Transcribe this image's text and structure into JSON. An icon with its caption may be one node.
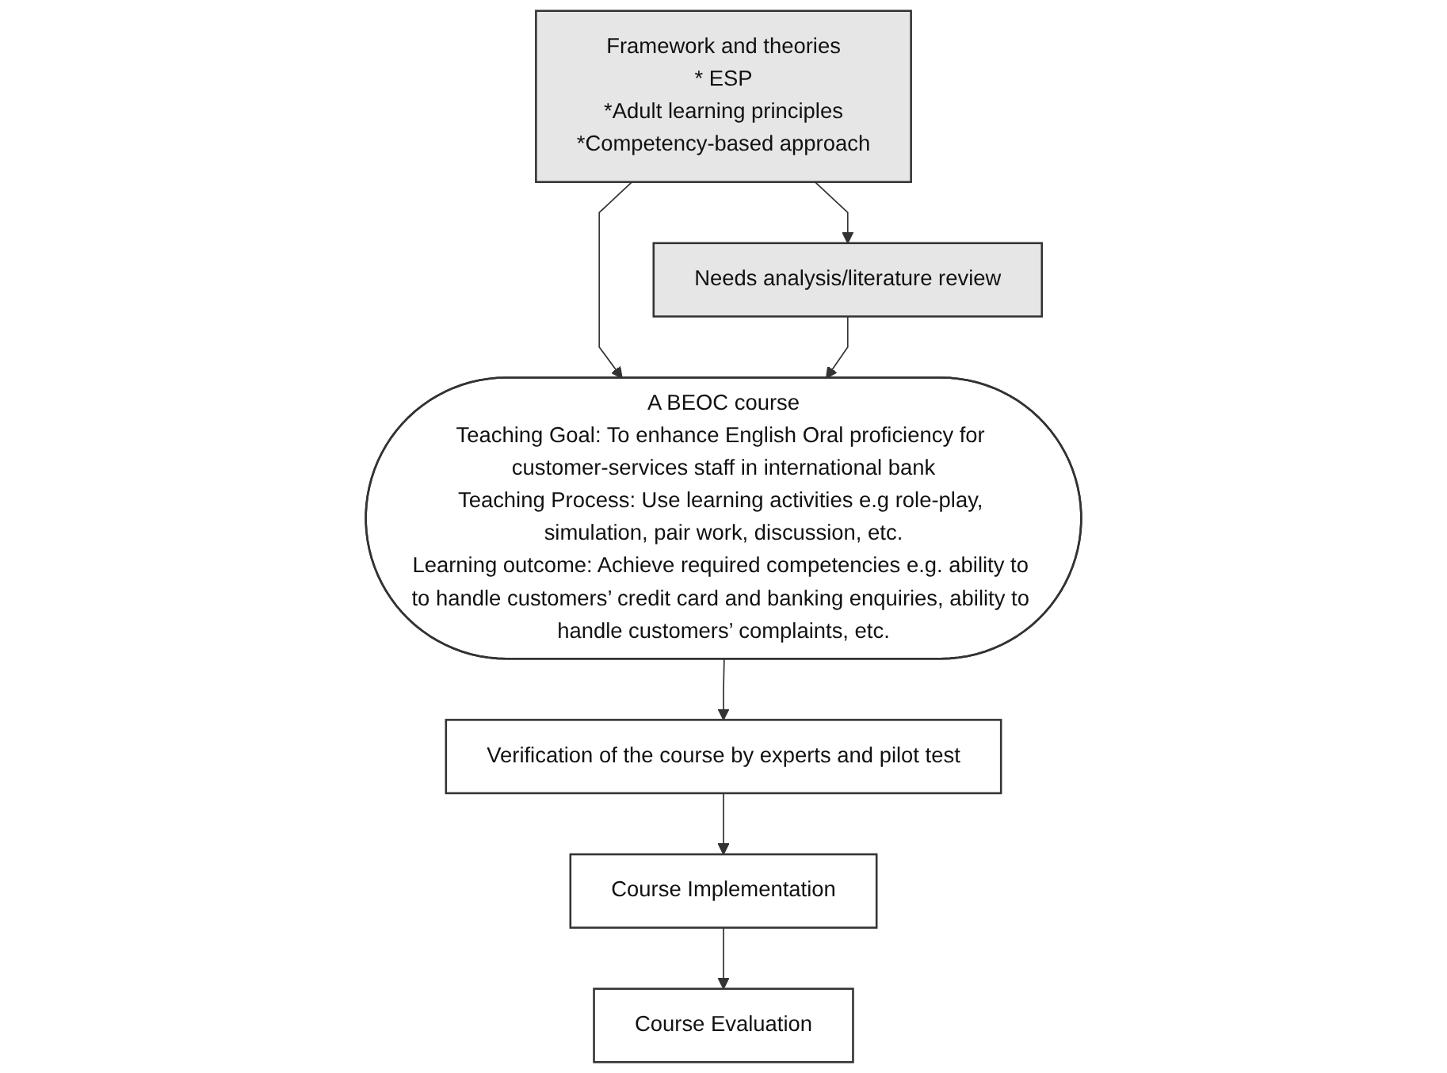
{
  "diagram": {
    "nodes": [
      {
        "text": [
          "Framework and theories",
          "* ESP",
          "*Adult learning principles",
          "*Competency-based approach"
        ]
      },
      {
        "text": [
          "Needs analysis/literature review"
        ]
      },
      {
        "text": [
          "A BEOC course",
          "Teaching Goal: To enhance English Oral proficiency for customer-services staff in international bank",
          "Teaching Process: Use learning activities e.g role-play, simulation, pair work, discussion, etc.",
          "Learning outcome: Achieve required competencies e.g. ability to to handle customers’ credit card and banking enquiries, ability to handle customers’ complaints, etc."
        ]
      },
      {
        "text": [
          "Verification of the course by experts and pilot test"
        ]
      },
      {
        "text": [
          "Course Implementation"
        ]
      },
      {
        "text": [
          "Course Evaluation"
        ]
      }
    ],
    "edges": [
      {
        "from": 0,
        "to": 1,
        "arrow": "to"
      },
      {
        "from": 0,
        "to": 2,
        "arrow": "to"
      },
      {
        "from": 1,
        "to": 2,
        "arrow": "to"
      },
      {
        "from": 2,
        "to": 3,
        "arrow": "to"
      },
      {
        "from": 3,
        "to": 4,
        "arrow": "to"
      },
      {
        "from": 4,
        "to": 5,
        "arrow": "to"
      }
    ]
  }
}
